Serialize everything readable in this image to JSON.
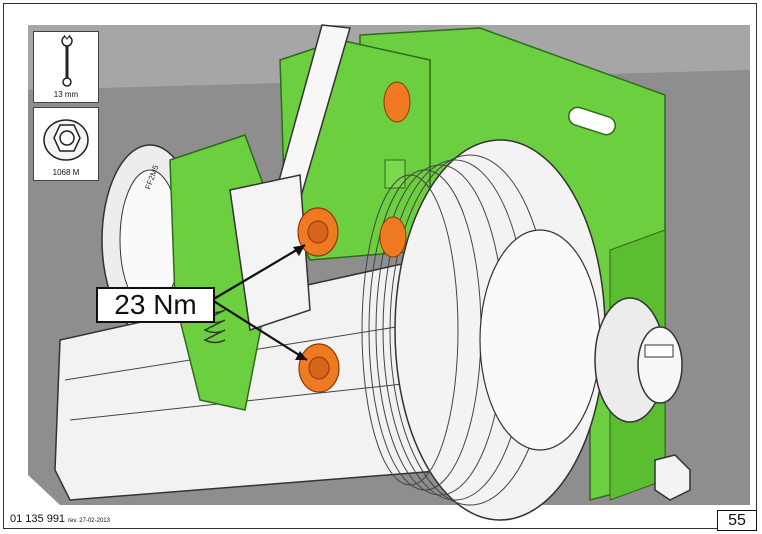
{
  "wrench_icon": {
    "label": "13 mm"
  },
  "nut_icon": {
    "label": "1068 M"
  },
  "torque_callout": {
    "label": "23 Nm"
  },
  "drum_marking": "FF2M5",
  "footer": {
    "doc_number": "01 135 991",
    "revision": "rev. 27-02-2013",
    "page_number": "55"
  },
  "colors": {
    "bracket": "#6ccf3f",
    "nut": "#f07a22",
    "floor": "#8e8e8e"
  }
}
